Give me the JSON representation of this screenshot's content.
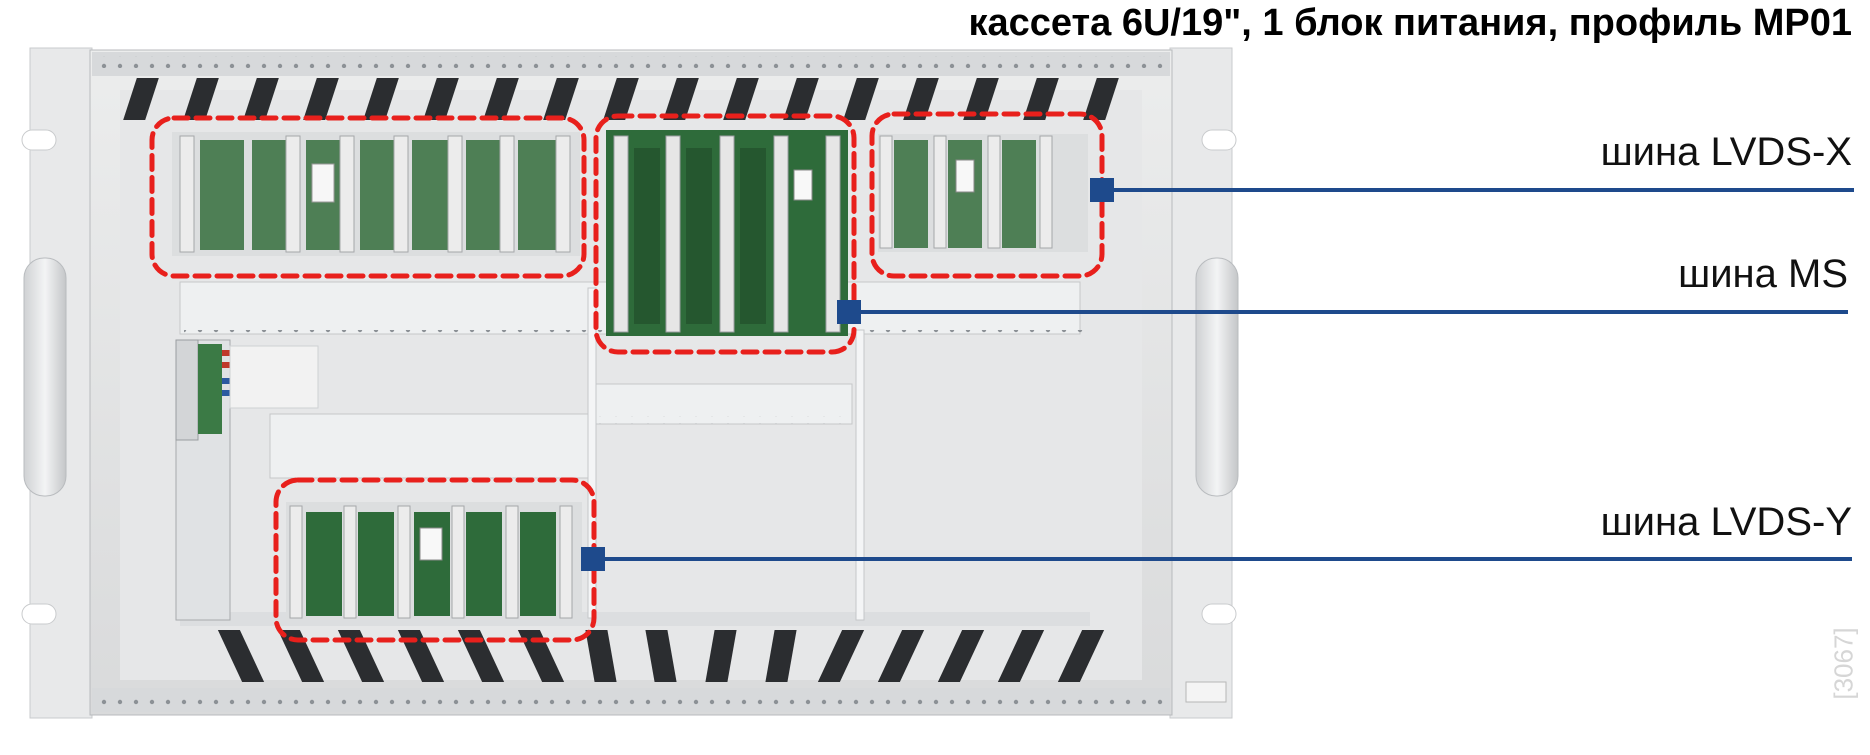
{
  "title": "кассета 6U/19\", 1 блок питания, профиль MP01",
  "labels": {
    "lvds_x": "шина LVDS-X",
    "ms": "шина MS",
    "lvds_y": "шина LVDS-Y"
  },
  "reference_id": "[3067]",
  "colors": {
    "callout_line": "#1e4a8c",
    "highlight_dash": "#e8201c",
    "chassis_metal": "#e2e3e4",
    "pcb_green": "#2e6b3a"
  },
  "icons": {
    "chassis": "rack-chassis-photo",
    "marker": "square-marker"
  }
}
